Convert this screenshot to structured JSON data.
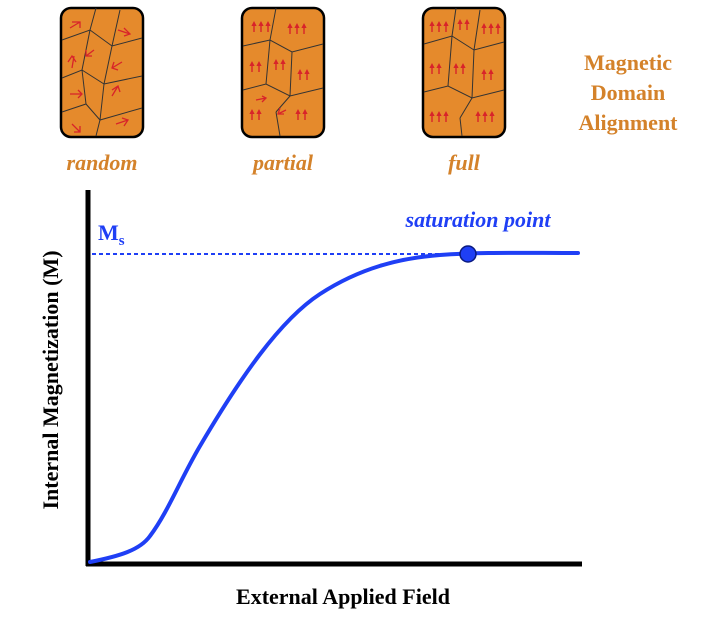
{
  "title_lines": [
    "Magnetic",
    "Domain",
    "Alignment"
  ],
  "domains": [
    {
      "label": "random",
      "state": "random"
    },
    {
      "label": "partial",
      "state": "partial"
    },
    {
      "label": "full",
      "state": "full"
    }
  ],
  "axes": {
    "ylabel": "Internal Magnetization (M)",
    "xlabel": "External Applied Field"
  },
  "saturation": {
    "symbol": "M",
    "subscript": "s",
    "point_label": "saturation point"
  },
  "colors": {
    "orange_text": "#d4822a",
    "domain_fill": "#e58a2c",
    "arrow": "#d8232a",
    "curve": "#1f3ff5",
    "axis": "#000000"
  }
}
